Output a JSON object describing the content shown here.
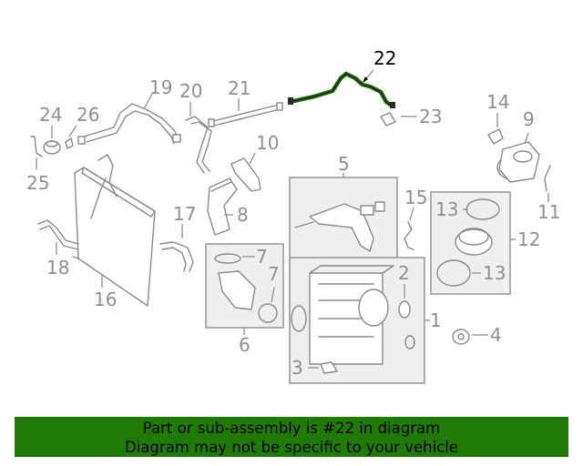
{
  "highlight_color": "#1a6b00",
  "banner_color": "#1f7a06",
  "callouts": {
    "c1": "1",
    "c2": "2",
    "c3": "3",
    "c4": "4",
    "c5": "5",
    "c6": "6",
    "c7a": "7",
    "c7b": "7",
    "c8": "8",
    "c9": "9",
    "c10": "10",
    "c11": "11",
    "c12": "12",
    "c13a": "13",
    "c13b": "13",
    "c14": "14",
    "c15": "15",
    "c16": "16",
    "c17": "17",
    "c18": "18",
    "c19": "19",
    "c20": "20",
    "c21": "21",
    "c22": "22",
    "c23": "23",
    "c24": "24",
    "c25": "25",
    "c26": "26"
  },
  "banner": {
    "line1": "Part or sub-assembly is #22 in diagram",
    "line2": "Diagram may not be specific to your vehicle"
  }
}
